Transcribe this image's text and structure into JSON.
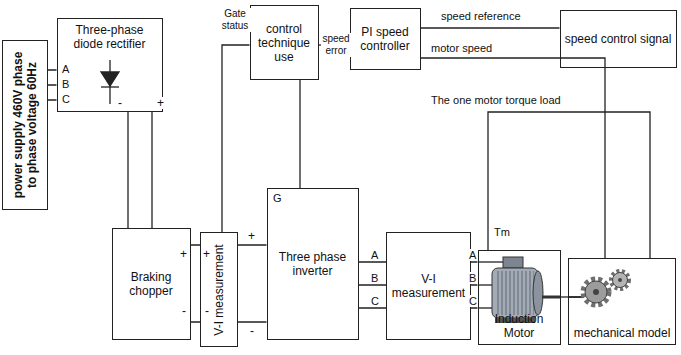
{
  "diagram": {
    "nodes": [
      {
        "text": [
          "power supply 460V phase to phase voltage 60Hz"
        ]
      },
      {
        "text": [
          "Three-phase diode rectifier"
        ]
      },
      {
        "text": [
          "Braking chopper"
        ]
      },
      {
        "text": [
          "V-I measurement"
        ]
      },
      {
        "text": [
          "Three phase inverter"
        ]
      },
      {
        "text": [
          "V-I measurement"
        ]
      },
      {
        "text": [
          "Induction Motor"
        ]
      },
      {
        "text": [
          "mechanical model"
        ]
      },
      {
        "text": [
          "control technique use"
        ]
      },
      {
        "text": [
          "PI speed controller"
        ]
      },
      {
        "text": [
          "speed control signal"
        ]
      }
    ],
    "edges": [
      {
        "from": 0,
        "to": 1,
        "arrow": "none"
      },
      {
        "from": 1,
        "to": 2,
        "arrow": "none"
      },
      {
        "from": 2,
        "to": 3,
        "arrow": "none"
      },
      {
        "from": 3,
        "to": 4,
        "arrow": "none"
      },
      {
        "from": 4,
        "to": 5,
        "arrow": "none"
      },
      {
        "from": 5,
        "to": 6,
        "arrow": "none"
      },
      {
        "from": 6,
        "to": 7,
        "arrow": "none"
      },
      {
        "from": 8,
        "to": 4,
        "arrow": "none"
      },
      {
        "from": 8,
        "to": 3,
        "arrow": "none"
      },
      {
        "from": 9,
        "to": 8,
        "arrow": "none"
      },
      {
        "from": 10,
        "to": 9,
        "arrow": "none"
      },
      {
        "from": 7,
        "to": 9,
        "arrow": "none"
      },
      {
        "from": 7,
        "to": 6,
        "arrow": "none"
      }
    ],
    "labels": [
      "Gate status",
      "speed error",
      "speed reference",
      "motor speed",
      "The one motor torque load",
      "Tm",
      "G",
      "A",
      "B",
      "C",
      "-",
      "+",
      "+",
      "-",
      "+",
      "-",
      "+",
      "-",
      "A",
      "B",
      "C",
      "A",
      "B",
      "C"
    ]
  }
}
